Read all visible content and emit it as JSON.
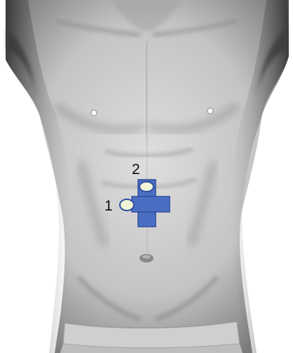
{
  "image": {
    "subject": "anterior-torso-render"
  },
  "colors": {
    "background": "#ffffff",
    "skin_light": "#e2e2e2",
    "skin_mid": "#b9b9b9",
    "skin_dark": "#6f6f6f",
    "shadow": "#3e3e3e",
    "marker_fill": "#4a6fc2",
    "marker_stroke": "#2f4ea0",
    "port_fill": "#f2f6d8",
    "port_stroke": "#2f4ea0",
    "label_text": "#111111"
  },
  "markers": {
    "port_1": {
      "label": "1"
    },
    "port_2": {
      "label": "2"
    }
  }
}
